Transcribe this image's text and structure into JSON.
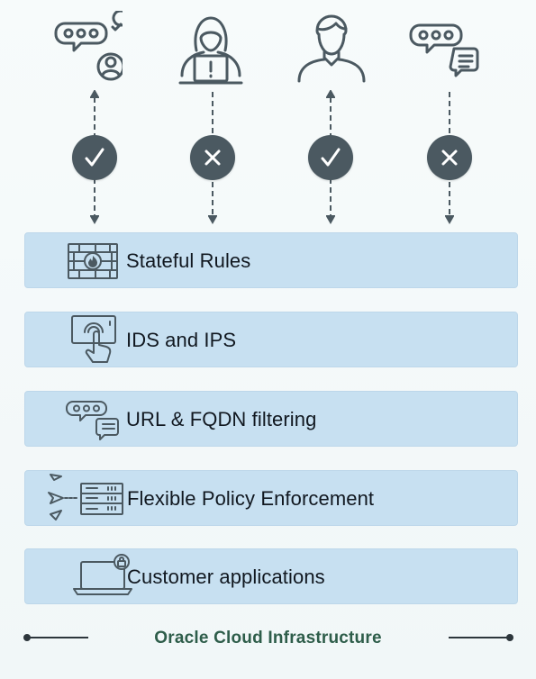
{
  "actors": [
    {
      "name": "verified-chat-user",
      "icon": "chat-user-check-icon",
      "allowed": true,
      "status_icon": "check-icon"
    },
    {
      "name": "hacker",
      "icon": "hooded-hacker-laptop-icon",
      "allowed": false,
      "status_icon": "x-icon"
    },
    {
      "name": "user",
      "icon": "user-icon",
      "allowed": true,
      "status_icon": "check-icon"
    },
    {
      "name": "chat",
      "icon": "chat-bubbles-icon",
      "allowed": false,
      "status_icon": "x-icon"
    }
  ],
  "layers": [
    {
      "label": "Stateful Rules",
      "icon": "firewall-brick-icon"
    },
    {
      "label": "IDS and IPS",
      "icon": "touch-screen-icon"
    },
    {
      "label": "URL & FQDN filtering",
      "icon": "chat-bubbles-icon"
    },
    {
      "label": "Flexible Policy Enforcement",
      "icon": "server-plane-icon"
    },
    {
      "label": "Customer applications",
      "icon": "laptop-lock-icon"
    }
  ],
  "footer": {
    "label": "Oracle Cloud Infrastructure"
  },
  "colors": {
    "layer_fill": "#c7e0f1",
    "status_fill": "#4b5961",
    "icon_stroke": "#4b5961",
    "footer_text": "#2e5d4a"
  }
}
